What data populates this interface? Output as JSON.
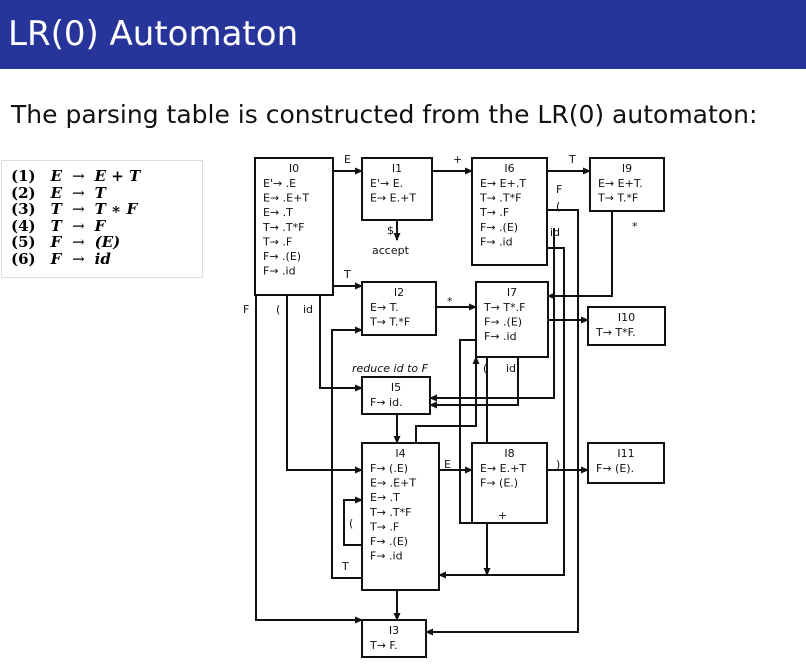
{
  "header": {
    "title": "LR(0) Automaton"
  },
  "intro": "The parsing table is constructed from the LR(0) automaton:",
  "grammar": [
    {
      "num": "(1)",
      "lhs": "E",
      "arrow": "→",
      "rhs": "E + T"
    },
    {
      "num": "(2)",
      "lhs": "E",
      "arrow": "→",
      "rhs": "T"
    },
    {
      "num": "(3)",
      "lhs": "T",
      "arrow": "→",
      "rhs": "T ∗ F"
    },
    {
      "num": "(4)",
      "lhs": "T",
      "arrow": "→",
      "rhs": "F"
    },
    {
      "num": "(5)",
      "lhs": "F",
      "arrow": "→",
      "rhs": "(E)"
    },
    {
      "num": "(6)",
      "lhs": "F",
      "arrow": "→",
      "rhs": "id"
    }
  ],
  "states": {
    "I0": {
      "name": "I0",
      "items": [
        "E'→ .E",
        "E→ .E+T",
        "E→ .T",
        "T→ .T*F",
        "T→ .F",
        "F→ .(E)",
        "F→ .id"
      ]
    },
    "I1": {
      "name": "I1",
      "items": [
        "E'→ E.",
        "E→ E.+T"
      ]
    },
    "I6": {
      "name": "I6",
      "items": [
        "E→ E+.T",
        "T→ .T*F",
        "T→ .F",
        "F→ .(E)",
        "F→ .id"
      ]
    },
    "I9": {
      "name": "I9",
      "items": [
        "E→ E+T.",
        "T→ T.*F"
      ]
    },
    "I2": {
      "name": "I2",
      "items": [
        "E→ T.",
        "T→ T.*F"
      ]
    },
    "I7": {
      "name": "I7",
      "items": [
        "T→ T*.F",
        "F→ .(E)",
        "F→ .id"
      ]
    },
    "I10": {
      "name": "I10",
      "items": [
        "T→ T*F."
      ]
    },
    "I5": {
      "name": "I5",
      "items": [
        "F→ id."
      ]
    },
    "I4": {
      "name": "I4",
      "items": [
        "F→ (.E)",
        "E→ .E+T",
        "E→ .T",
        "T→ .T*F",
        "T→ .F",
        "F→ .(E)",
        "F→ .id"
      ]
    },
    "I8": {
      "name": "I8",
      "items": [
        "E→ E.+T",
        "F→ (E.)"
      ]
    },
    "I11": {
      "name": "I11",
      "items": [
        "F→ (E)."
      ]
    },
    "I3": {
      "name": "I3",
      "items": [
        "T→ F."
      ]
    }
  },
  "accept_label": "accept",
  "dollar_label": "$",
  "annotation": "reduce id to F",
  "edge_labels": {
    "I0_I1": "E",
    "I1_I6": "+",
    "I6_I9": "T",
    "I0_I2": "T",
    "I2_I7": "*",
    "I0_F": "F",
    "I0_lparen": "(",
    "I0_id": "id",
    "I6_F": "F",
    "I6_lparen": "(",
    "I6_id": "id",
    "I9_star": "*",
    "I7_lparen": "(",
    "I7_id": "id",
    "I4_E": "E",
    "I8_rparen": ")",
    "I8_plus": "+",
    "I4_lparen": "(",
    "I4_T": "T"
  },
  "colors": {
    "title_bg": "#27359a",
    "title_fg": "#ffffff",
    "annotation": "#3b5bd0"
  }
}
